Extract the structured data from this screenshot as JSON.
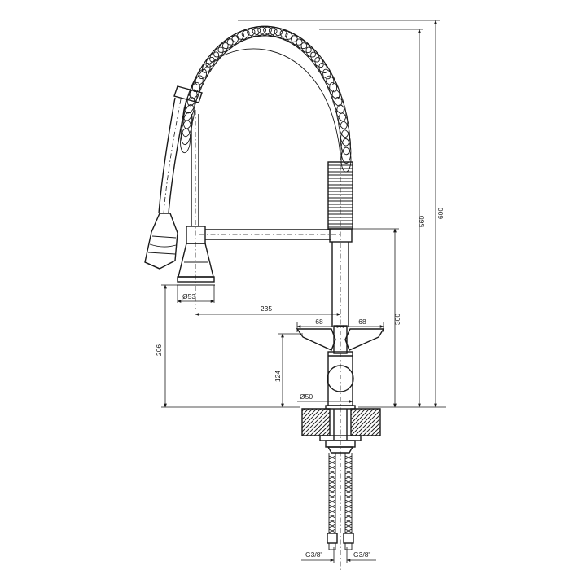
{
  "diagram": {
    "dimensions": {
      "overall_height": "600",
      "height_to_spout": "560",
      "spout_height": "300",
      "spout_reach": "235",
      "spray_head_height": "206",
      "body_height": "124",
      "lever_left": "68",
      "lever_right": "68",
      "spray_head_diameter": "Ø53",
      "body_diameter": "Ø50",
      "inlet_left": "G3/8\"",
      "inlet_right": "G3/8\""
    }
  }
}
